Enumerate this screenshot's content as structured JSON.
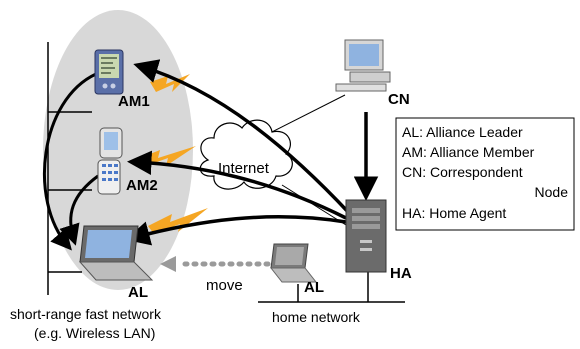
{
  "nodes": {
    "am1": "AM1",
    "am2": "AM2",
    "al_local": "AL",
    "cn": "CN",
    "ha": "HA",
    "al_home": "AL"
  },
  "internet": "Internet",
  "move": "move",
  "networks": {
    "short_range_line1": "short-range fast network",
    "short_range_line2": "(e.g. Wireless LAN)",
    "home": "home network"
  },
  "legend": [
    "AL: Alliance Leader",
    "AM: Alliance Member",
    "CN: Correspondent",
    "Node",
    "HA: Home Agent"
  ],
  "colors": {
    "ellipse": "#d8d8d8",
    "lightning": "#f5a623",
    "arrow": "#000000",
    "move_dots": "#9a9a9a"
  }
}
